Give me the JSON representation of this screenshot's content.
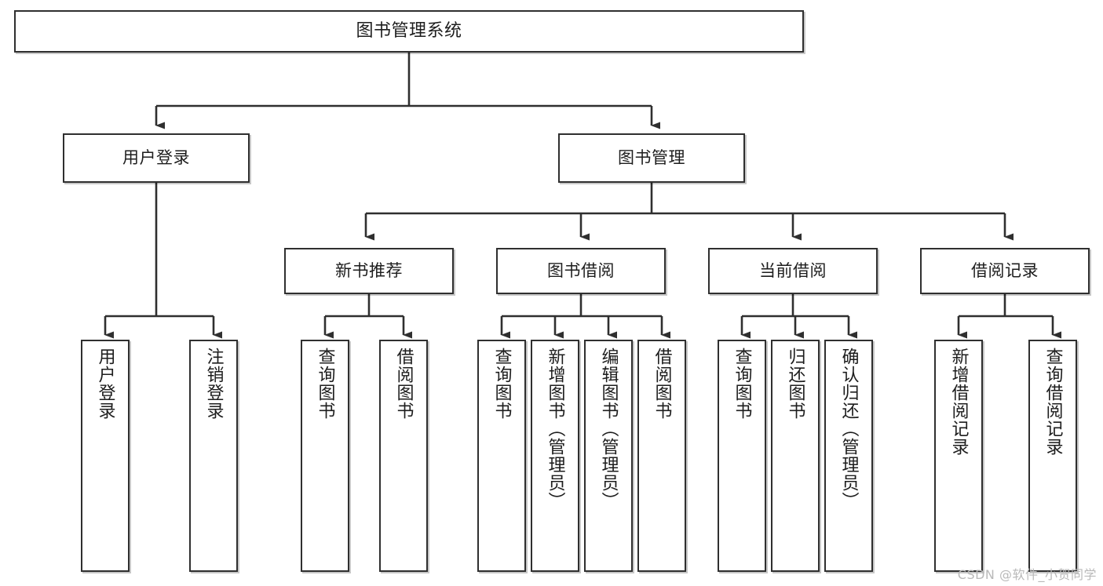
{
  "diagram": {
    "type": "tree-hierarchy",
    "title": "图书管理系统",
    "watermark": "CSDN @软件_小贺同学",
    "colors": {
      "border": "#2f2f2f",
      "background": "#ffffff",
      "text": "#1d1d1d",
      "edge": "#2f2f2f",
      "watermark": "#b9b9b9"
    },
    "levels": {
      "root": [
        "图书管理系统"
      ],
      "level2": [
        "用户登录",
        "图书管理"
      ],
      "level3": [
        "新书推荐",
        "图书借阅",
        "当前借阅",
        "借阅记录"
      ],
      "leaves": [
        "用户登录",
        "注销登录",
        "查询图书",
        "借阅图书",
        "查询图书",
        "新增图书（管理员）",
        "编辑图书（管理员）",
        "借阅图书",
        "查询图书",
        "归还图书",
        "确认归还（管理员）",
        "新增借阅记录",
        "查询借阅记录"
      ]
    },
    "nodes": {
      "root": {
        "label": "图书管理系统"
      },
      "user_login": {
        "label": "用户登录"
      },
      "book_manage": {
        "label": "图书管理"
      },
      "new_book_rec": {
        "label": "新书推荐"
      },
      "book_borrow": {
        "label": "图书借阅"
      },
      "current_borrow": {
        "label": "当前借阅"
      },
      "borrow_record": {
        "label": "借阅记录"
      },
      "leaf_user_login": {
        "label": "用户登录"
      },
      "leaf_logout": {
        "label": "注销登录"
      },
      "leaf_query_book_1": {
        "label": "查询图书"
      },
      "leaf_borrow_book_1": {
        "label": "借阅图书"
      },
      "leaf_query_book_2": {
        "label": "查询图书"
      },
      "leaf_add_book_admin": {
        "label": "新增图书（管理员）"
      },
      "leaf_edit_book_admin": {
        "label": "编辑图书（管理员）"
      },
      "leaf_borrow_book_2": {
        "label": "借阅图书"
      },
      "leaf_query_book_3": {
        "label": "查询图书"
      },
      "leaf_return_book": {
        "label": "归还图书"
      },
      "leaf_confirm_return_admin": {
        "label": "确认归还（管理员）"
      },
      "leaf_add_borrow_record": {
        "label": "新增借阅记录"
      },
      "leaf_query_borrow_record": {
        "label": "查询借阅记录"
      }
    },
    "edges": [
      {
        "from": "root",
        "to": "user_login"
      },
      {
        "from": "root",
        "to": "book_manage"
      },
      {
        "from": "user_login",
        "to": "leaf_user_login"
      },
      {
        "from": "user_login",
        "to": "leaf_logout"
      },
      {
        "from": "book_manage",
        "to": "new_book_rec"
      },
      {
        "from": "book_manage",
        "to": "book_borrow"
      },
      {
        "from": "book_manage",
        "to": "current_borrow"
      },
      {
        "from": "book_manage",
        "to": "borrow_record"
      },
      {
        "from": "new_book_rec",
        "to": "leaf_query_book_1"
      },
      {
        "from": "new_book_rec",
        "to": "leaf_borrow_book_1"
      },
      {
        "from": "book_borrow",
        "to": "leaf_query_book_2"
      },
      {
        "from": "book_borrow",
        "to": "leaf_add_book_admin"
      },
      {
        "from": "book_borrow",
        "to": "leaf_edit_book_admin"
      },
      {
        "from": "book_borrow",
        "to": "leaf_borrow_book_2"
      },
      {
        "from": "current_borrow",
        "to": "leaf_query_book_3"
      },
      {
        "from": "current_borrow",
        "to": "leaf_return_book"
      },
      {
        "from": "current_borrow",
        "to": "leaf_confirm_return_admin"
      },
      {
        "from": "borrow_record",
        "to": "leaf_add_borrow_record"
      },
      {
        "from": "borrow_record",
        "to": "leaf_query_borrow_record"
      }
    ]
  }
}
